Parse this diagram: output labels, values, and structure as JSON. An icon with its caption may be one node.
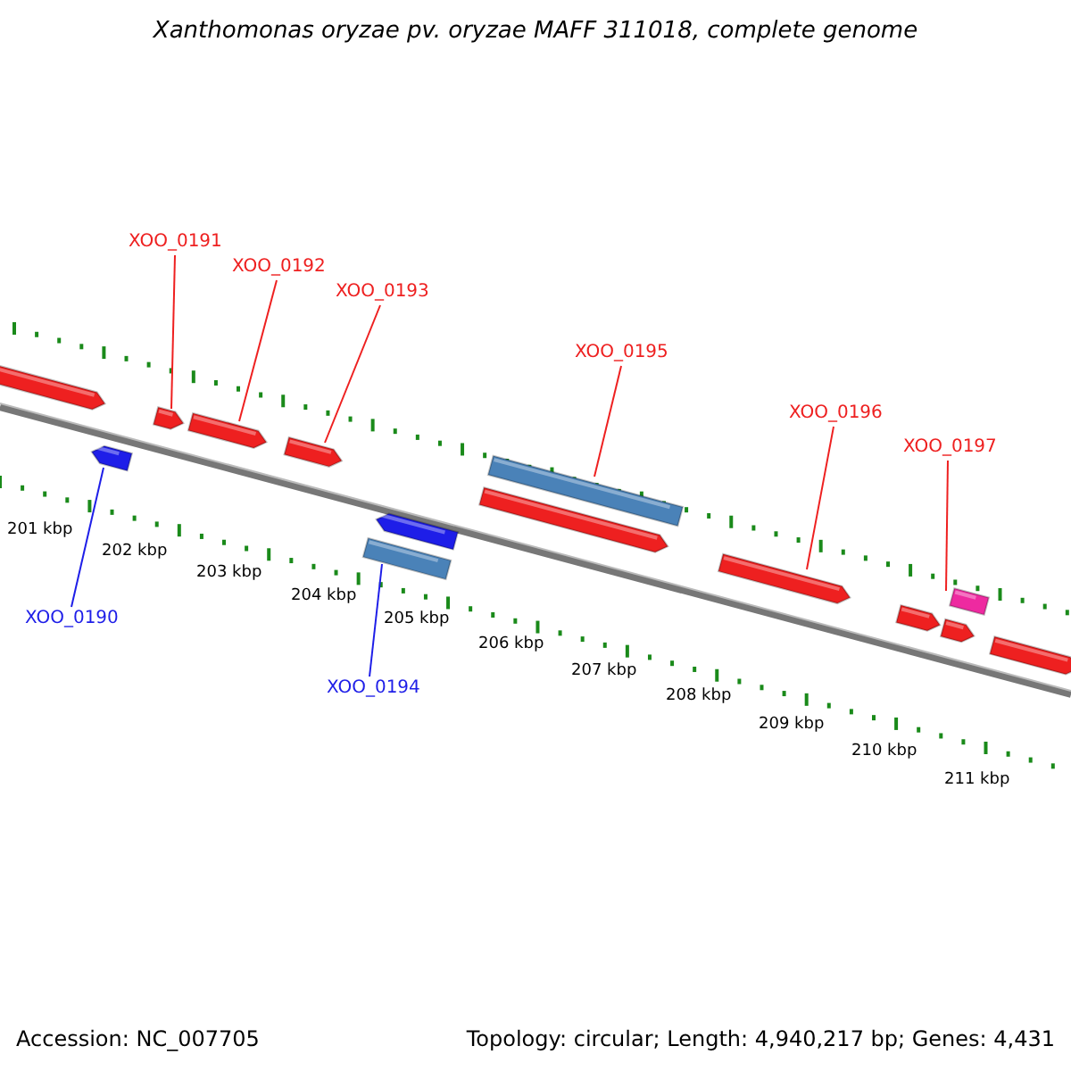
{
  "diagram": {
    "title": "Xanthomonas oryzae pv. oryzae MAFF 311018, complete genome",
    "nodes": [
      {
        "text": [
          "XOO_0190"
        ]
      },
      {
        "text": [
          "XOO_0191"
        ]
      },
      {
        "text": [
          "XOO_0192"
        ]
      },
      {
        "text": [
          "XOO_0193"
        ]
      },
      {
        "text": [
          "XOO_0194"
        ]
      },
      {
        "text": [
          "XOO_0195"
        ]
      },
      {
        "text": [
          "XOO_0196"
        ]
      },
      {
        "text": [
          "XOO_0197"
        ]
      },
      {
        "text": [],
        "shape": "pentagon"
      },
      {
        "text": [],
        "shape": "pentagon"
      },
      {
        "text": [],
        "shape": "pentagon"
      },
      {
        "text": [],
        "shape": "pentagon"
      },
      {
        "text": [],
        "shape": "bar"
      },
      {
        "text": [],
        "shape": "bar"
      },
      {
        "text": [],
        "shape": "pentagon"
      },
      {
        "text": [],
        "shape": "bar"
      },
      {
        "text": [],
        "shape": "pentagon"
      },
      {
        "text": [],
        "shape": "pentagon"
      },
      {
        "text": [],
        "shape": "pentagon"
      },
      {
        "text": [],
        "shape": "pentagon"
      },
      {
        "text": [],
        "shape": "pentagon"
      },
      {
        "text": [],
        "shape": "pentagon"
      }
    ],
    "edges": [
      {
        "from": 0,
        "to": 8,
        "arrow": "none",
        "color": "#1e1ee8"
      },
      {
        "from": 1,
        "to": 9,
        "arrow": "none"
      },
      {
        "from": 2,
        "to": 10,
        "arrow": "none"
      },
      {
        "from": 3,
        "to": 11,
        "arrow": "none"
      },
      {
        "from": 4,
        "to": 12,
        "arrow": "none",
        "color": "#1e1ee8"
      },
      {
        "from": 5,
        "to": 13,
        "arrow": "none"
      },
      {
        "from": 6,
        "to": 14,
        "arrow": "none"
      },
      {
        "from": 7,
        "to": 15,
        "arrow": "none"
      }
    ],
    "labels": [
      "201 kbp",
      "202 kbp",
      "203 kbp",
      "204 kbp",
      "205 kbp",
      "206 kbp",
      "207 kbp",
      "208 kbp",
      "209 kbp",
      "210 kbp",
      "211 kbp",
      "Accession: NC_007705",
      "Topology: circular; Length: 4,940,217 bp; Genes: 4,431"
    ]
  }
}
